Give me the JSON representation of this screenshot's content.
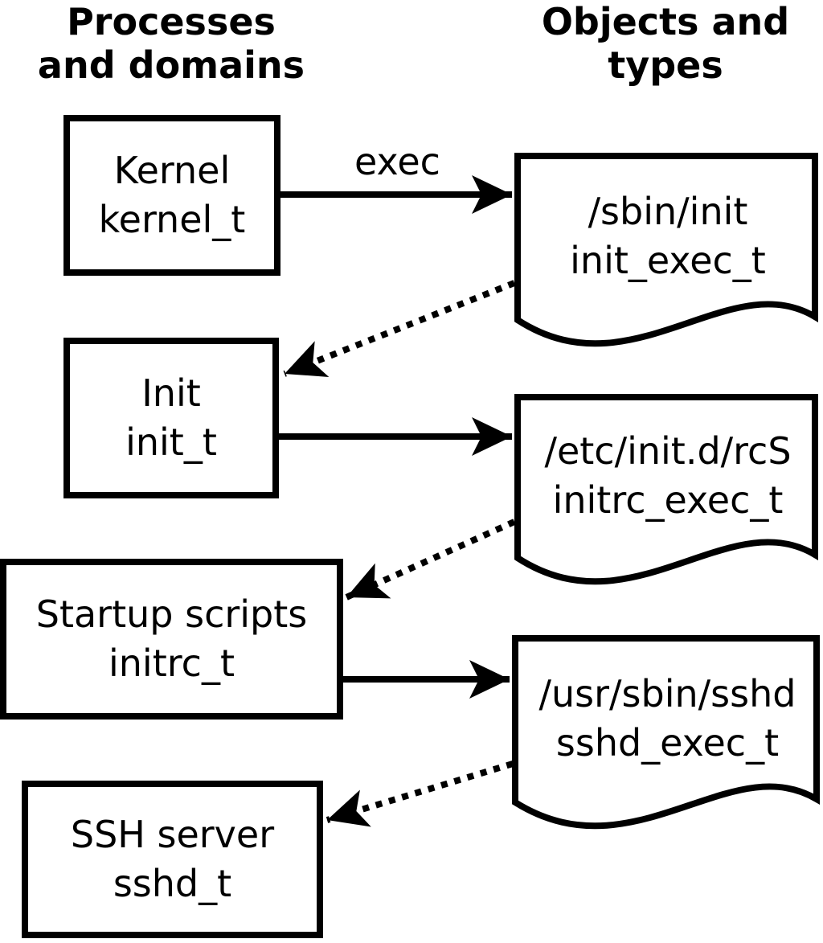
{
  "columns": {
    "left_header": "Processes\nand domains",
    "right_header": "Objects and\ntypes"
  },
  "processes": [
    {
      "label": "Kernel",
      "domain": "kernel_t"
    },
    {
      "label": "Init",
      "domain": "init_t"
    },
    {
      "label": "Startup scripts",
      "domain": "initrc_t"
    },
    {
      "label": "SSH server",
      "domain": "sshd_t"
    }
  ],
  "objects": [
    {
      "path": "/sbin/init",
      "type": "init_exec_t"
    },
    {
      "path": "/etc/init.d/rcS",
      "type": "initrc_exec_t"
    },
    {
      "path": "/usr/sbin/sshd",
      "type": "sshd_exec_t"
    }
  ],
  "arrows": {
    "exec_label": "exec"
  },
  "colors": {
    "foreground": "#000000",
    "background": "#ffffff"
  }
}
